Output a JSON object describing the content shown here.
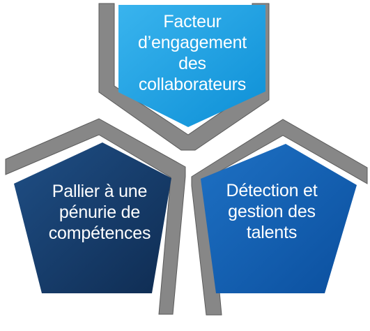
{
  "diagram": {
    "colors": {
      "frame": "#878787",
      "frame_edge": "#5a5a5a",
      "top_light": "#39b4ee",
      "top_dark": "#0d8fd6",
      "left_light": "#1f4f86",
      "left_dark": "#0f2c52",
      "right_light": "#1e71c4",
      "right_dark": "#0b4f9e",
      "text": "#ffffff"
    },
    "nodes": [
      {
        "id": "top",
        "lines": [
          "Facteur",
          "d’engagement",
          "des",
          "collaborateurs"
        ]
      },
      {
        "id": "left",
        "lines": [
          "Pallier à une",
          "pénurie de",
          "compétences"
        ]
      },
      {
        "id": "right",
        "lines": [
          "Détection et",
          "gestion des",
          "talents"
        ]
      }
    ]
  }
}
